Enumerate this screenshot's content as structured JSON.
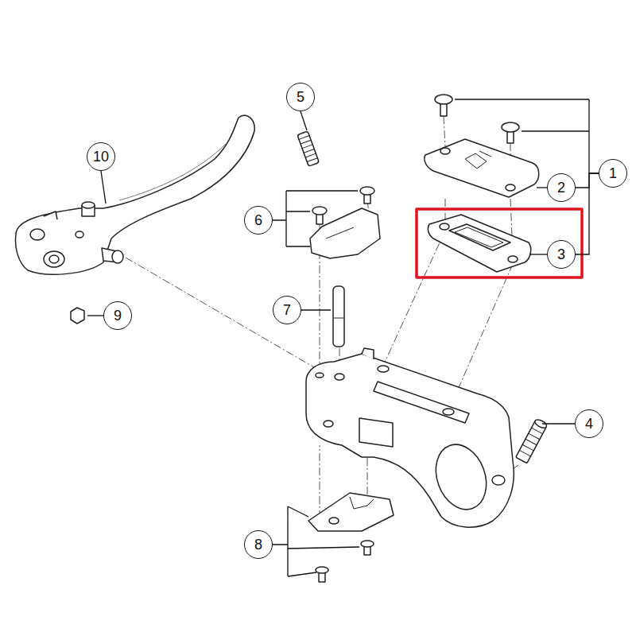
{
  "diagram": {
    "nodes": [
      {
        "text": [
          "5"
        ]
      },
      {
        "text": [
          "10"
        ]
      },
      {
        "text": [
          "1"
        ]
      },
      {
        "text": [
          "2"
        ]
      },
      {
        "text": [
          "6"
        ]
      },
      {
        "text": [
          "3"
        ]
      },
      {
        "text": [
          "7"
        ]
      },
      {
        "text": [
          "9"
        ]
      },
      {
        "text": [
          "4"
        ]
      },
      {
        "text": [
          "8"
        ]
      }
    ],
    "edges": [
      {
        "from": 2,
        "to": 3,
        "arrow": "none"
      },
      {
        "from": 2,
        "to": 5,
        "arrow": "none"
      }
    ]
  }
}
